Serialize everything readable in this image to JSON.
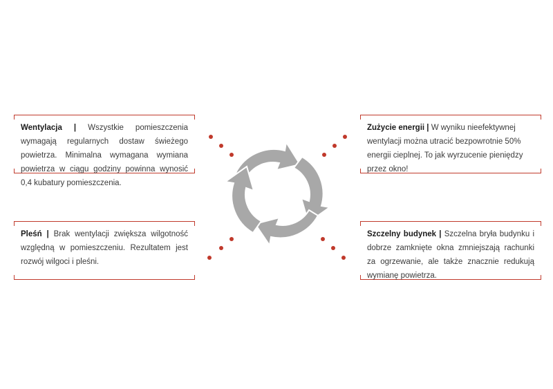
{
  "boxes": {
    "top_left": {
      "title": "Wentylacja",
      "separator": " | ",
      "text": "Wszystkie pomieszczenia wymagają regularnych dostaw świeżego powietrza. Minimalna wymagana wymiana powietrza w ciągu godziny powinna wynosić 0,4 kubatury pomieszczenia."
    },
    "bottom_left": {
      "title": "Pleśń",
      "separator": " | ",
      "text": "Brak wentylacji zwiększa wilgotność względną w pomieszczeniu. Rezultatem jest rozwój wilgoci i pleśni."
    },
    "top_right": {
      "title": "Zużycie energii",
      "separator": " | ",
      "text": "W wyniku nieefektywnej wentylacji można utracić bezpowrotnie 50% energii cieplnej. To jak wyrzucenie pieniędzy przez okno!"
    },
    "bottom_right": {
      "title": "Szczelny budynek",
      "separator": " | ",
      "text": "Szczelna bryła budynku i dobrze zamknięte okna zmniejszają rachunki za ogrzewanie, ale także znacznie redukują wymianę powietrza."
    }
  },
  "colors": {
    "accent": "#c0392b",
    "arrow": "#a8a8a8",
    "text": "#3a3a3a"
  },
  "icons": {
    "center": "cycle-arrows-icon"
  }
}
